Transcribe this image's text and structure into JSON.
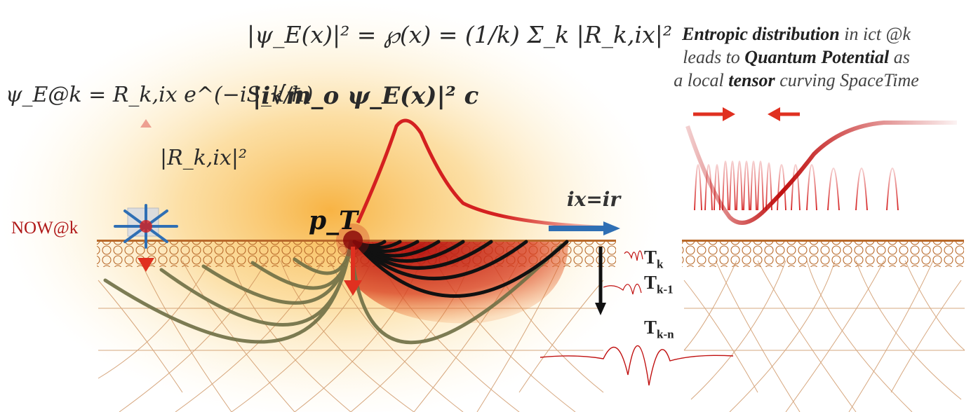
{
  "equations": {
    "probability_density": "|ψ_E(x)|² = ℘(x) = (1/k) Σ_k |R_k,ix|²",
    "wavefunction": "ψ_E@k = R_k,ix e^(−iS_k/ħ)",
    "energy_term": "|i√m_o ψ_E(x)|² c",
    "amplitude_squared": "|R_k,ix|²"
  },
  "labels": {
    "now": "NOW@k",
    "point": "p_T",
    "axis": "ix=ir",
    "t_k": "T",
    "t_k_sub": "k",
    "t_k1": "T",
    "t_k1_sub": "k-1",
    "t_kn": "T",
    "t_kn_sub": "k-n"
  },
  "annotation": {
    "line1_bold": "Entropic distribution",
    "line1_rest": " in ict @k",
    "line2_pre": "leads to ",
    "line2_bold": "Quantum Potential",
    "line2_post": " as",
    "line3_pre": "a local ",
    "line3_bold": "tensor",
    "line3_post": " curving SpaceTime"
  },
  "colors": {
    "glow": "#f7b733",
    "wave": "#d42020",
    "arc_green": "#6f6f45",
    "arc_black": "#111111",
    "lattice": "#c0752e",
    "arrow_blue": "#2f6fb4"
  }
}
